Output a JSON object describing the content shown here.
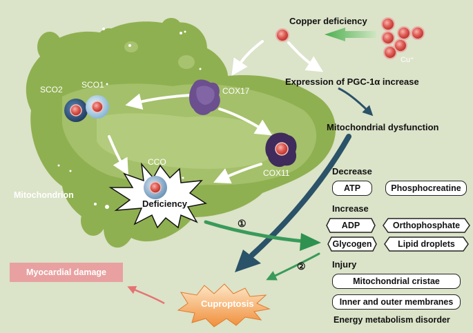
{
  "labels": {
    "copper_deficiency": "Copper deficiency",
    "cu_plus": "Cu⁺",
    "expression_pgc": "Expression of PGC-1α  increase",
    "mito_dysfunction": "Mitochondrial dysfunction",
    "sco2": "SCO2",
    "sco1": "SCO1",
    "cox17": "COX17",
    "cox11": "COX11",
    "cco": "CCO",
    "deficiency": "Deficiency",
    "mitochondrion": "Mitochondrion",
    "myocardial_damage": "Myocardial damage",
    "cuproptosis": "Cuproptosis",
    "circle1": "①",
    "circle2": "②"
  },
  "decrease": {
    "title": "Decrease",
    "items": [
      "ATP",
      "Phosphocreatine"
    ]
  },
  "increase": {
    "title": "Increase",
    "items": [
      "ADP",
      "Orthophosphate",
      "Glycogen",
      "Lipid droplets"
    ]
  },
  "injury": {
    "title": "Injury",
    "items": [
      "Mitochondrial cristae",
      "Inner and outer membranes"
    ]
  },
  "energy_disorder": "Energy metabolism disorder",
  "colors": {
    "background": "#dbe3c9",
    "mito_outer": "#8fb050",
    "mito_inner": "#a8c36f",
    "copper": "#d9534f",
    "arrow_green": "#3a9a5a",
    "arrow_navy": "#2a5268",
    "myocardial_box": "#e8a1a0",
    "cuproptosis_star": "#f4a460"
  }
}
